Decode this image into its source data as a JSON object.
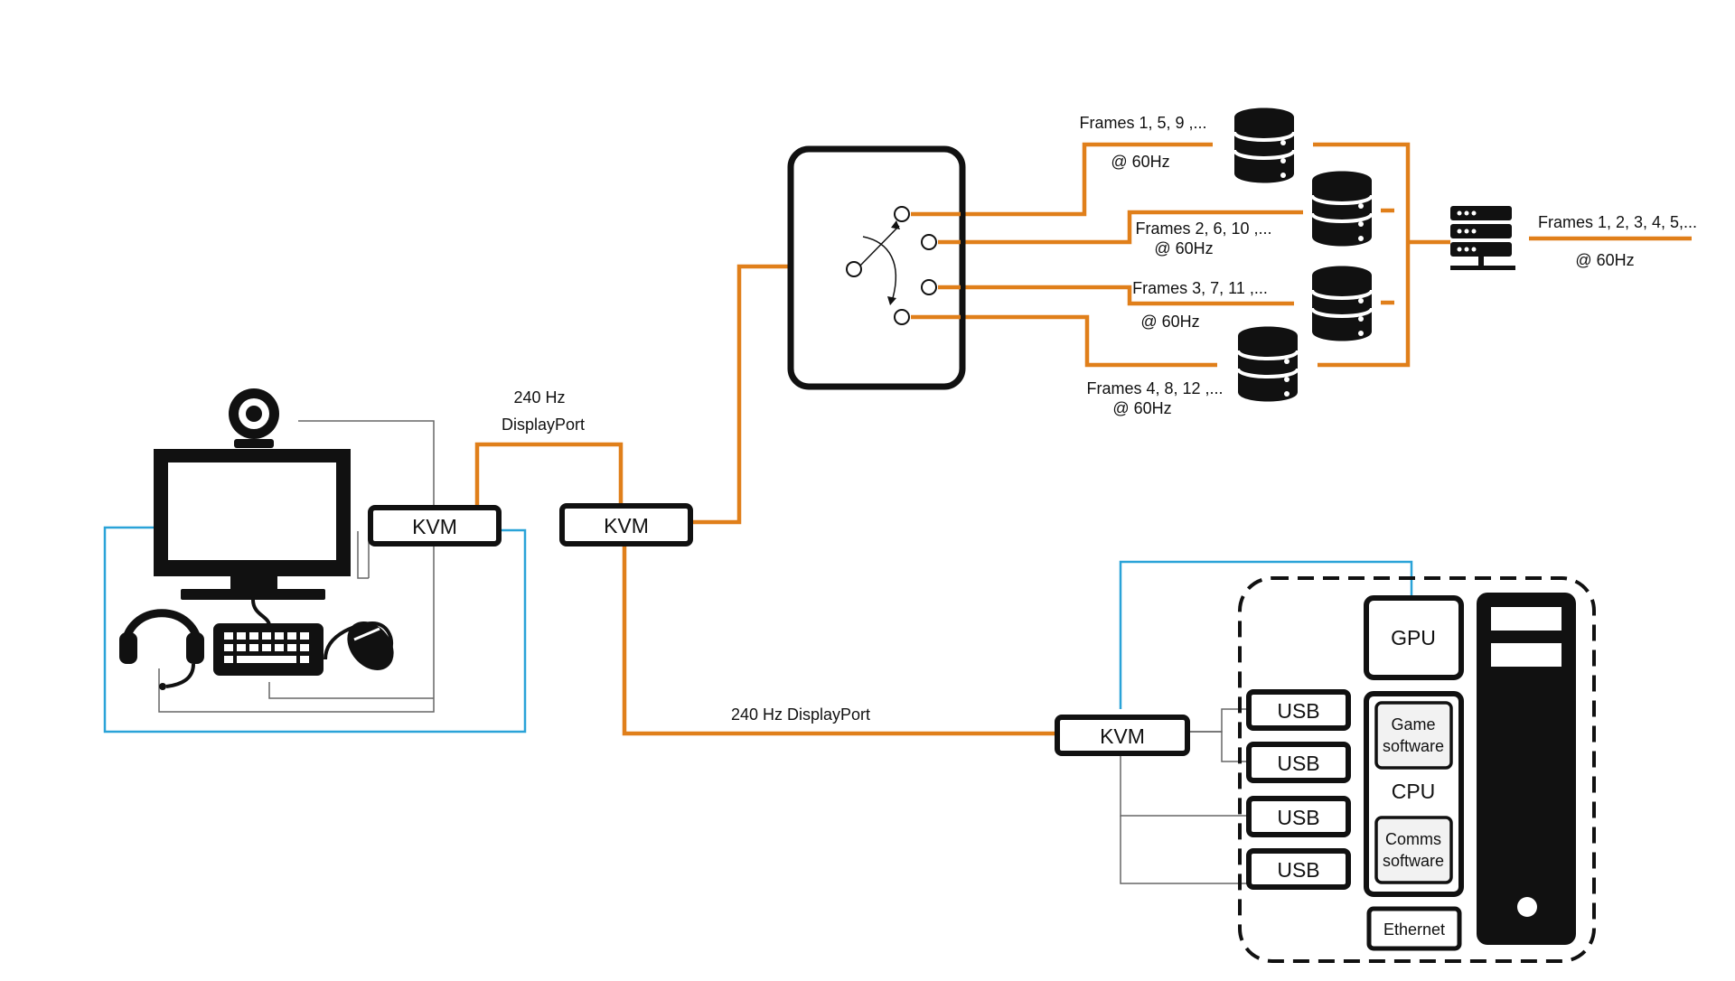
{
  "kvm": {
    "left": "KVM",
    "middle": "KVM",
    "right": "KVM"
  },
  "links": {
    "upper_link_line1": "240 Hz",
    "upper_link_line2": "DisplayPort",
    "lower_link": "240 Hz DisplayPort"
  },
  "recorders": [
    {
      "frames": "Frames 1, 5, 9 ,...",
      "rate": "@ 60Hz"
    },
    {
      "frames": "Frames 2, 6, 10 ,...",
      "rate": "@ 60Hz"
    },
    {
      "frames": "Frames 3, 7, 11 ,...",
      "rate": "@ 60Hz"
    },
    {
      "frames": "Frames 4, 8, 12 ,...",
      "rate": "@ 60Hz"
    }
  ],
  "server_output": {
    "frames": "Frames 1, 2, 3, 4, 5,...",
    "rate": "@ 60Hz"
  },
  "pc": {
    "gpu": "GPU",
    "cpu": "CPU",
    "game_software_line1": "Game",
    "game_software_line2": "software",
    "comms_software_line1": "Comms",
    "comms_software_line2": "software",
    "ethernet": "Ethernet",
    "usb_ports": [
      "USB",
      "USB",
      "USB",
      "USB"
    ]
  },
  "icons": [
    "webcam-icon",
    "monitor-icon",
    "headset-icon",
    "keyboard-icon",
    "mouse-icon",
    "switch-icon",
    "database-icon",
    "server-icon",
    "pc-tower-icon"
  ],
  "colors": {
    "video_link": "#e07f1a",
    "usb_link": "#2aa3d8",
    "device": "#111111"
  }
}
